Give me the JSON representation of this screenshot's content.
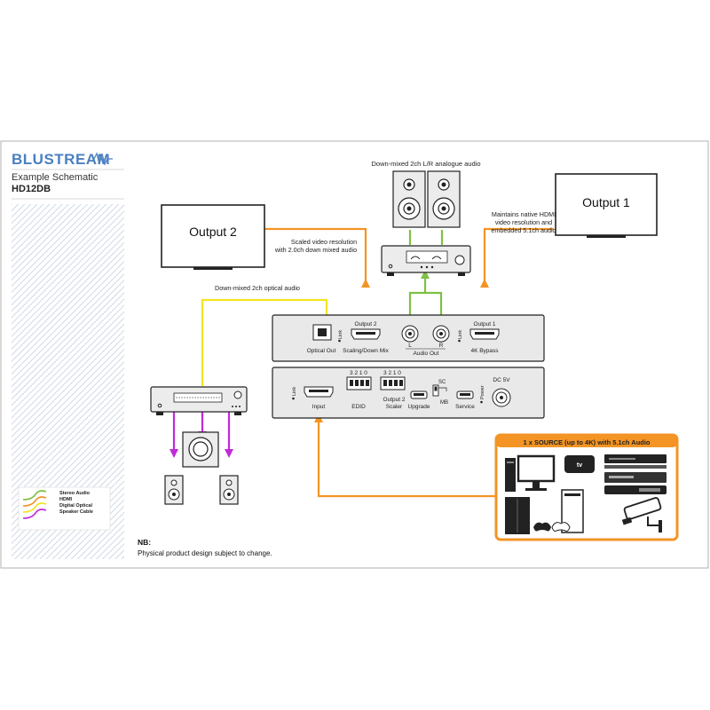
{
  "brand": {
    "logo_text": "BLUSTREAM",
    "color": "#4a7fc1"
  },
  "header": {
    "subtitle": "Example Schematic",
    "model": "HD12DB"
  },
  "colors": {
    "stereo_audio": "#7dc142",
    "hdmi": "#f39424",
    "digital_optical": "#f4e423",
    "speaker_cable": "#c02bd8",
    "sidebar_pattern": "#cfd9e6",
    "device_fill": "#e9e9ea"
  },
  "legend": {
    "items": [
      {
        "label": "Stereo Audio",
        "color": "#7dc142"
      },
      {
        "label": "HDMI",
        "color": "#f39424"
      },
      {
        "label": "Digital Optical",
        "color": "#f4e423"
      },
      {
        "label": "Speaker Cable",
        "color": "#c02bd8"
      }
    ]
  },
  "displays": {
    "output1": "Output 1",
    "output2": "Output 2"
  },
  "annotations": {
    "downmix_analogue": "Down-mixed 2ch L/R analogue audio",
    "scaled_line1": "Scaled video resolution",
    "scaled_line2": "with 2.0ch down mixed audio",
    "native_line1": "Maintains native HDMI",
    "native_line2": "video resolution and",
    "native_line3": "embedded 5.1ch audio",
    "downmix_optical": "Down-mixed 2ch optical audio"
  },
  "device_top": {
    "optical_out": "Optical Out",
    "link1": "Link",
    "output2": "Output 2",
    "scaling": "Scaling/Down Mix",
    "l": "L",
    "r": "R",
    "audio_out": "Audio Out",
    "link2": "Link",
    "output1": "Output 1",
    "bypass": "4K Bypass"
  },
  "device_bottom": {
    "link": "Link",
    "input": "Input",
    "dip_numbers": "3 2 1 0",
    "edid": "EDID",
    "dip_numbers2": "3 2 1 0",
    "output2": "Output 2",
    "scaler": "Scaler",
    "upgrade": "Upgrade",
    "sc": "SC",
    "mb": "MB",
    "service": "Service",
    "power": "Power",
    "dc": "DC 5V"
  },
  "source": {
    "title": "1 x SOURCE (up to 4K) with 5.1ch Audio",
    "tv_brand": "tv"
  },
  "note": {
    "title": "NB:",
    "text": "Physical product design subject to change."
  }
}
